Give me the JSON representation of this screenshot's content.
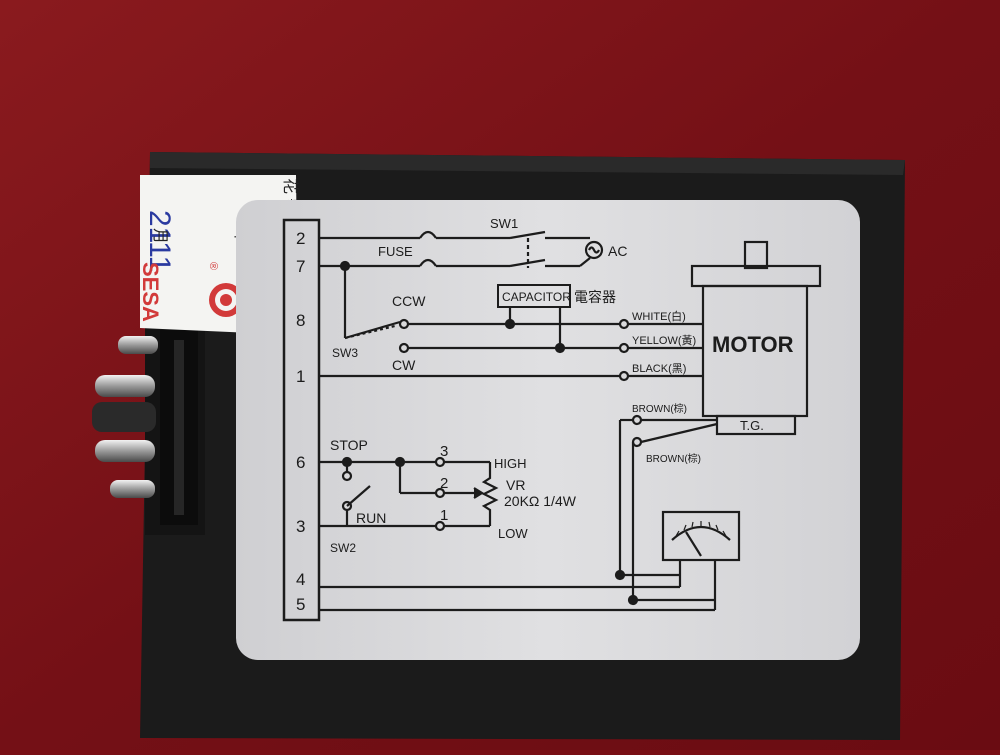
{
  "colors": {
    "felt": "#7a0f14",
    "housing": "#1a1a1a",
    "label_bg": "#d9d9db",
    "ink": "#1c1c1c",
    "sticker_accent": "#d23a3a"
  },
  "sticker": {
    "handwritten_number": "2111",
    "field_label": "花 號 :",
    "year_char": "年",
    "month_char": "月",
    "brand": "SESA",
    "registered": "®"
  },
  "terminal_block": {
    "labels": [
      "2",
      "7",
      "8",
      "1",
      "6",
      "3",
      "4",
      "5"
    ]
  },
  "labels": {
    "sw1": "SW1",
    "fuse": "FUSE",
    "ac": "AC",
    "capacitor": "CAPACITOR",
    "capacitor_cn": "電容器",
    "ccw": "CCW",
    "cw": "CW",
    "sw3": "SW3",
    "white": "WHITE(白)",
    "yellow": "YELLOW(黃)",
    "black": "BLACK(黑)",
    "motor": "MOTOR",
    "tg": "T.G.",
    "brown_top": "BROWN(棕)",
    "brown_bottom": "BROWN(棕)",
    "stop": "STOP",
    "run": "RUN",
    "sw2": "SW2",
    "pos3": "3",
    "pos2": "2",
    "pos1": "1",
    "high": "HIGH",
    "low": "LOW",
    "vr": "VR",
    "vr_rating": "20KΩ 1/4W"
  }
}
